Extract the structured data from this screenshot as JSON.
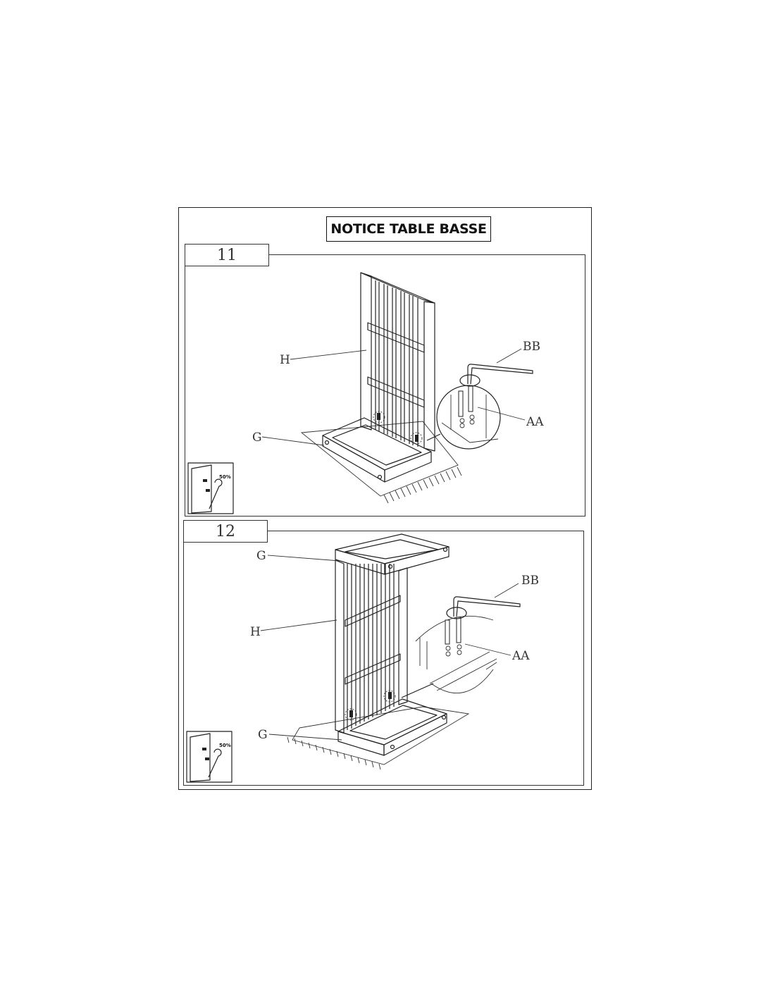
{
  "title": "NOTICE TABLE BASSE",
  "steps": [
    {
      "number": "11",
      "labels": {
        "top_right": "BB",
        "panel": "H",
        "detail": "AA",
        "frame": "G"
      },
      "hint_percent": "50%"
    },
    {
      "number": "12",
      "labels": {
        "frame_top": "G",
        "top_right": "BB",
        "panel": "H",
        "detail": "AA",
        "frame_bottom": "G"
      },
      "hint_percent": "50%"
    }
  ]
}
